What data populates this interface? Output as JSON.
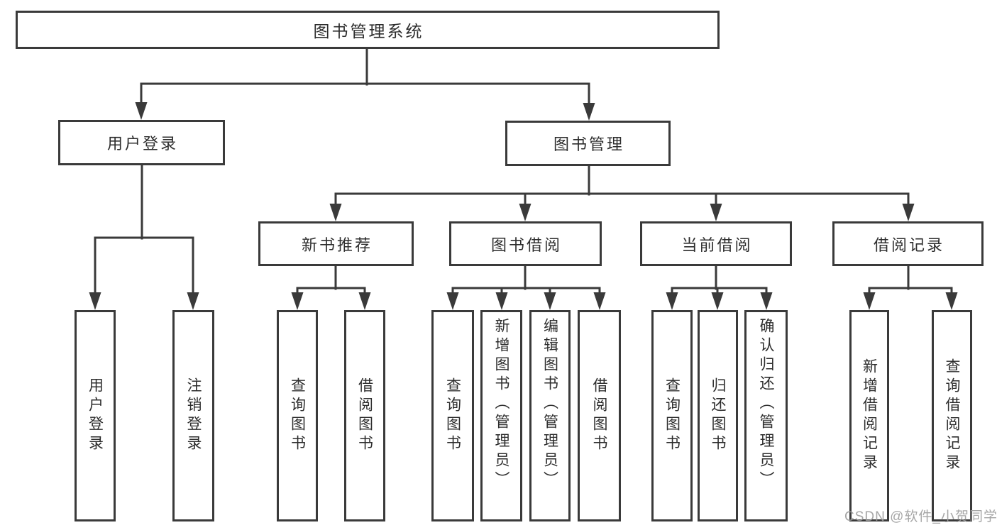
{
  "colors": {
    "line": "#3a3a3a",
    "text": "#2d2d2d",
    "box_background": "#ffffff",
    "watermark": "#9e9e9e"
  },
  "watermark": {
    "text": "CSDN @软件_小贺同学"
  },
  "tree": {
    "root": {
      "label": "图书管理系统"
    },
    "user_login": {
      "label": "用户登录",
      "children": {
        "login": {
          "label": "用户登录"
        },
        "logout": {
          "label": "注销登录"
        }
      }
    },
    "book_management": {
      "label": "图书管理",
      "children": {
        "new_book_recommend": {
          "label": "新书推荐",
          "children": {
            "query_book": {
              "label": "查询图书"
            },
            "borrow_book": {
              "label": "借阅图书"
            }
          }
        },
        "book_borrow": {
          "label": "图书借阅",
          "children": {
            "query_book": {
              "label": "查询图书"
            },
            "add_book": {
              "label": "新增图书（管理员）"
            },
            "edit_book": {
              "label": "编辑图书（管理员）"
            },
            "borrow_book": {
              "label": "借阅图书"
            }
          }
        },
        "current_borrow": {
          "label": "当前借阅",
          "children": {
            "query_book": {
              "label": "查询图书"
            },
            "return_book": {
              "label": "归还图书"
            },
            "confirm_return": {
              "label": "确认归还（管理员）"
            }
          }
        },
        "borrow_records": {
          "label": "借阅记录",
          "children": {
            "add_record": {
              "label": "新增借阅记录"
            },
            "query_record": {
              "label": "查询借阅记录"
            }
          }
        }
      }
    }
  }
}
